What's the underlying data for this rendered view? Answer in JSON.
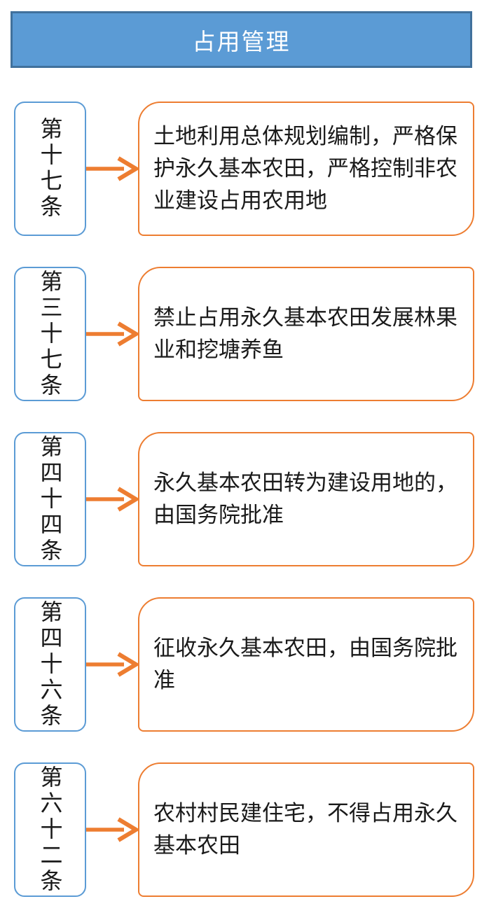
{
  "header": {
    "title": "占用管理"
  },
  "colors": {
    "header_fill": "#5B9BD5",
    "header_border": "#41719C",
    "header_text": "#FFFFFF",
    "article_box_border": "#5B9BD5",
    "arrow": "#ED7D31",
    "bubble_border": "#ED7D31",
    "text": "#1A1A1A",
    "background": "#FFFFFF"
  },
  "rows": [
    {
      "article": "第十七条",
      "text": "土地利用总体规划编制，严格保护永久基本农田，严格控制非农业建设占用农用地"
    },
    {
      "article": "第三十七条",
      "text": "禁止占用永久基本农田发展林果业和挖塘养鱼"
    },
    {
      "article": "第四十四条",
      "text": "永久基本农田转为建设用地的，由国务院批准"
    },
    {
      "article": "第四十六条",
      "text": "征收永久基本农田，由国务院批准"
    },
    {
      "article": "第六十二条",
      "text": "农村村民建住宅，不得占用永久基本农田"
    }
  ]
}
